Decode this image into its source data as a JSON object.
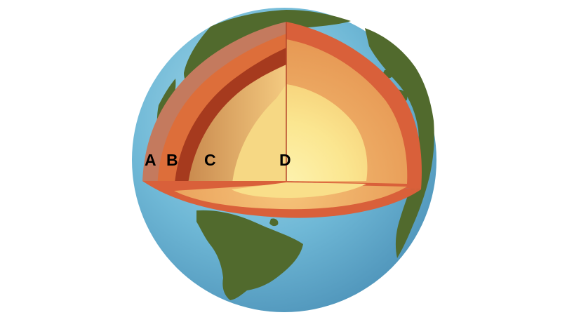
{
  "diagram": {
    "labels": {
      "a": "A",
      "b": "B",
      "c": "C",
      "d": "D"
    },
    "colors": {
      "ocean": "#6fb8d6",
      "land": "#516a2d",
      "layer_a": "#c47a5e",
      "layer_b": "#dd6e3a",
      "layer_c_outer": "#e7a05a",
      "layer_d_inner": "#fbe690",
      "boundary": "#a63a1e"
    }
  }
}
